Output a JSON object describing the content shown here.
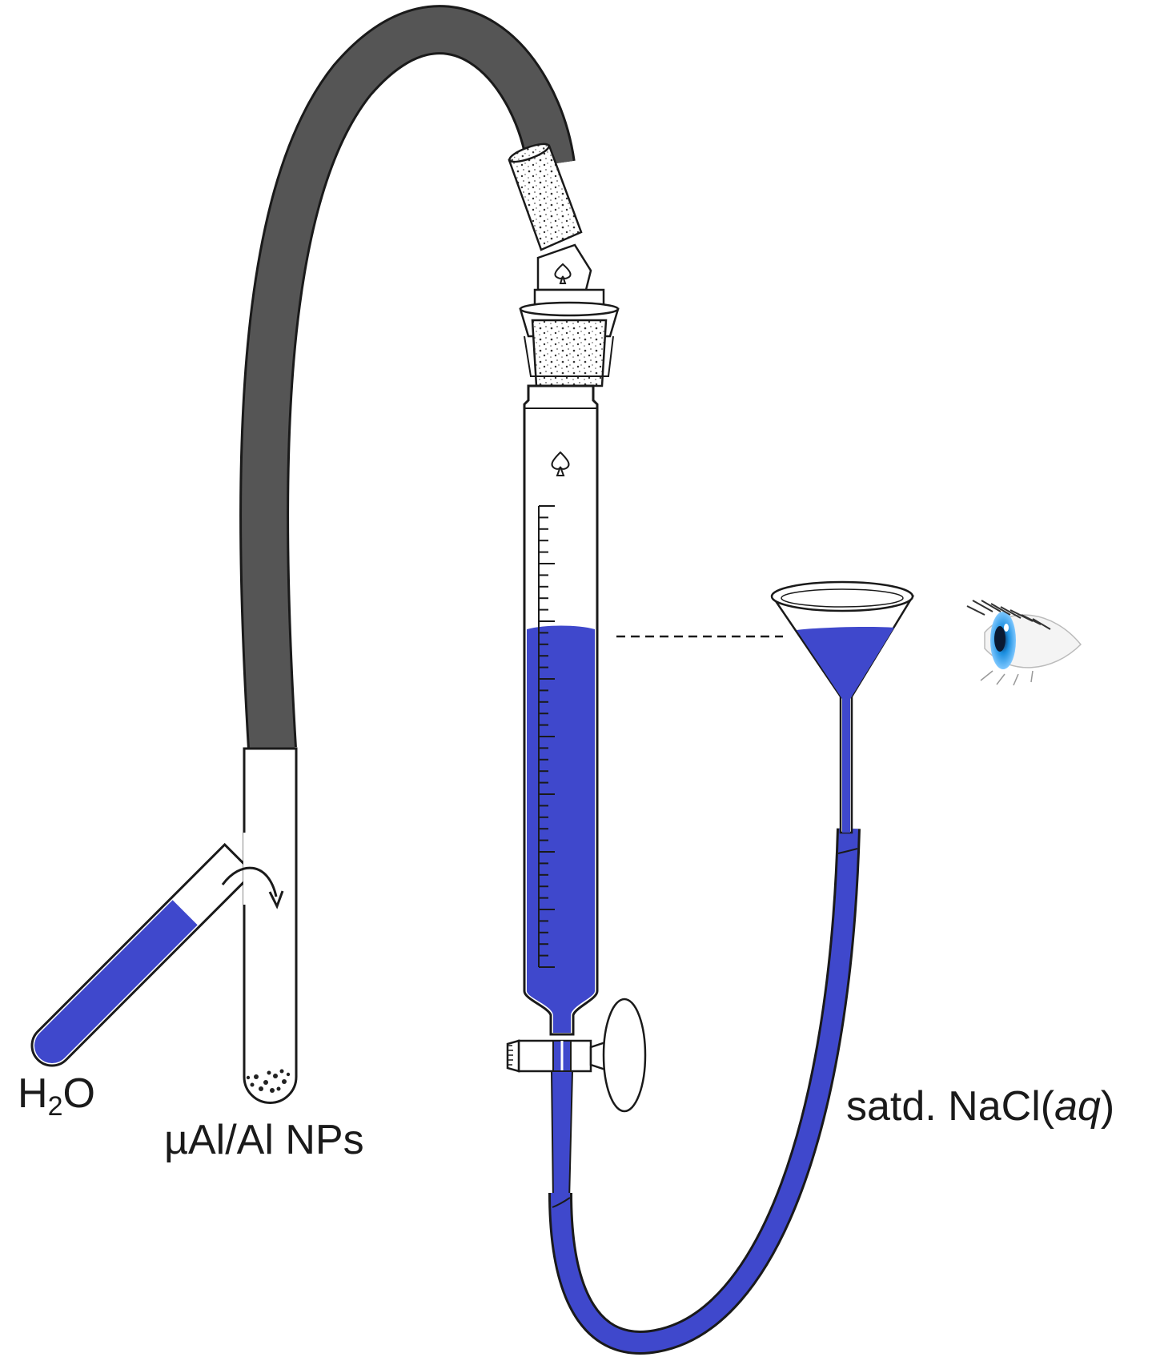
{
  "labels": {
    "water": {
      "main": "H",
      "sub": "2",
      "tail": "O"
    },
    "particles": "µAl/Al NPs",
    "brine": {
      "pre": "satd. NaCl(",
      "italic": "aq",
      "post": ")"
    }
  },
  "colors": {
    "liquid": "#3f48cc",
    "tubing": "#555555",
    "outline": "#1a1a1a",
    "glass": "#ffffff",
    "iris": "#1c8fe0"
  },
  "icons": [
    "eye-icon",
    "spade-mark-icon",
    "curved-arrow-icon"
  ]
}
